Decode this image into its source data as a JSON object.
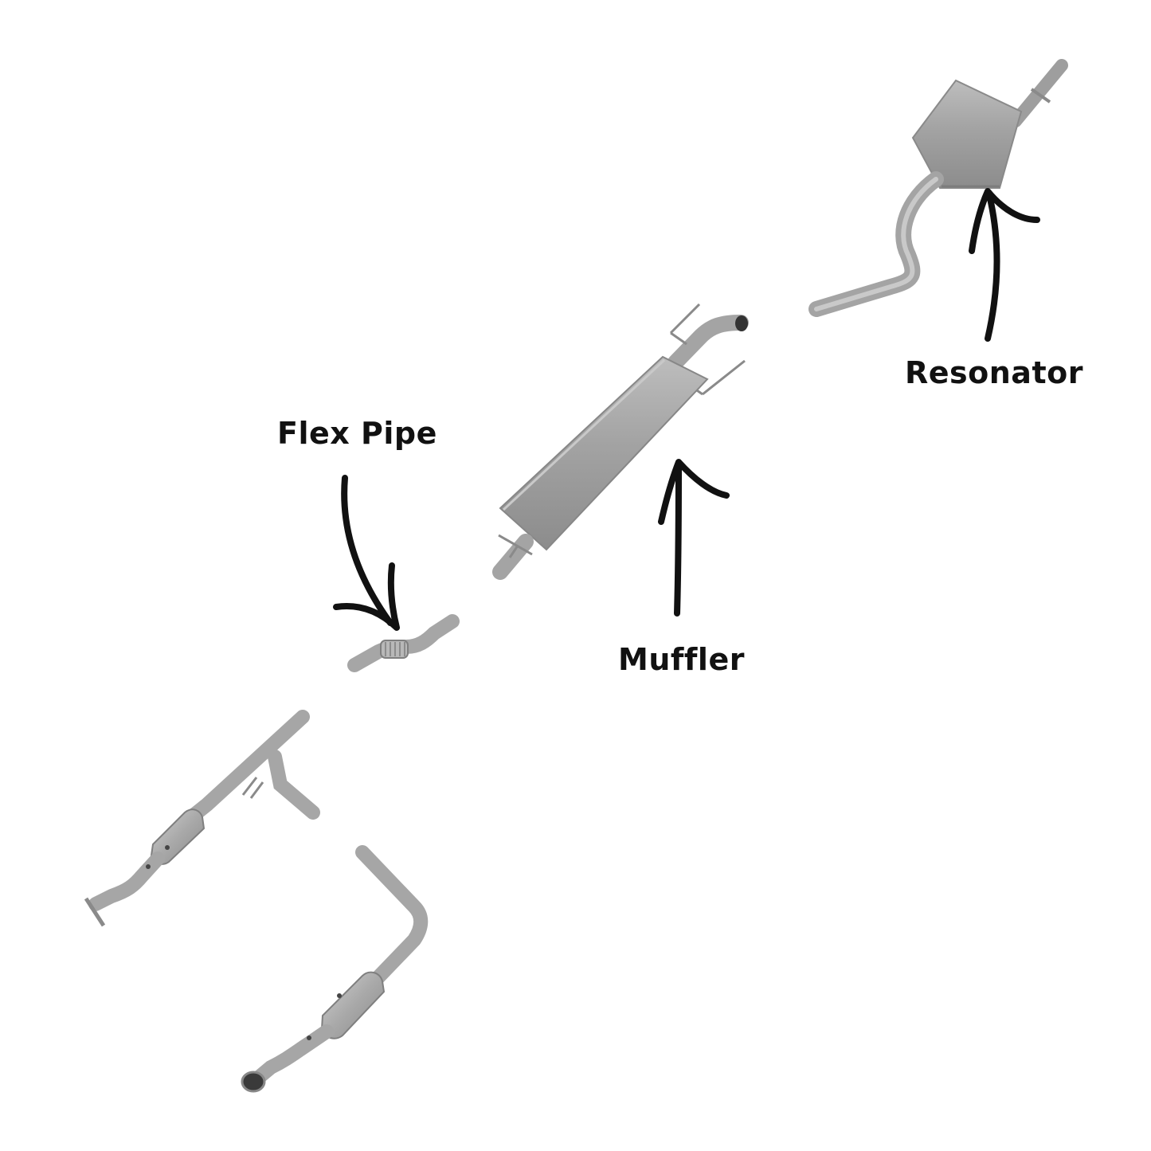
{
  "labels": {
    "flex_pipe": "Flex Pipe",
    "muffler": "Muffler",
    "resonator": "Resonator"
  },
  "colors": {
    "background": "#ffffff",
    "metal_light": "#c4c4c4",
    "metal_mid": "#a6a6a6",
    "metal_dark": "#7f7f7f",
    "arrow": "#111111",
    "text": "#111111"
  }
}
